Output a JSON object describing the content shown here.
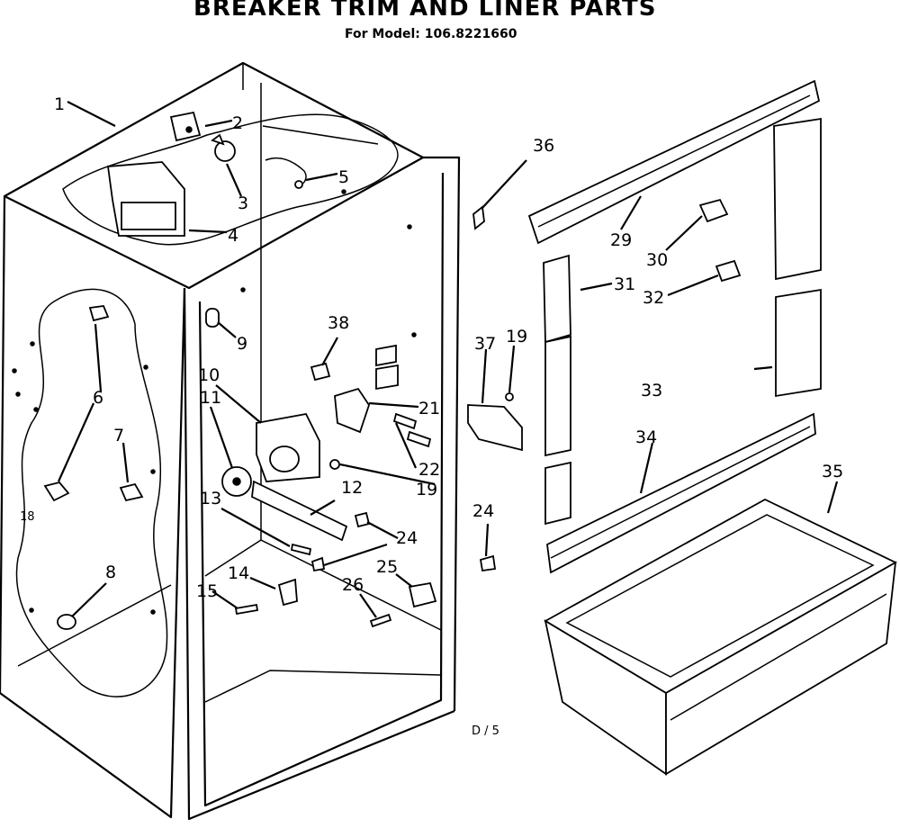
{
  "title": "BREAKER TRIM AND LINER PARTS",
  "subtitle": "For Model: 106.8221660",
  "page_ref": "D / 5",
  "side_mark": "18",
  "callouts": {
    "c1": "1",
    "c2": "2",
    "c3": "3",
    "c4": "4",
    "c5": "5",
    "c6": "6",
    "c7": "7",
    "c8": "8",
    "c9": "9",
    "c10": "10",
    "c11": "11",
    "c12": "12",
    "c13": "13",
    "c14": "14",
    "c15": "15",
    "c19a": "19",
    "c19b": "19",
    "c21": "21",
    "c22": "22",
    "c24a": "24",
    "c24b": "24",
    "c25": "25",
    "c26": "26",
    "c29": "29",
    "c30": "30",
    "c31": "31",
    "c32": "32",
    "c33": "33",
    "c34": "34",
    "c35": "35",
    "c36": "36",
    "c37": "37",
    "c38": "38"
  }
}
